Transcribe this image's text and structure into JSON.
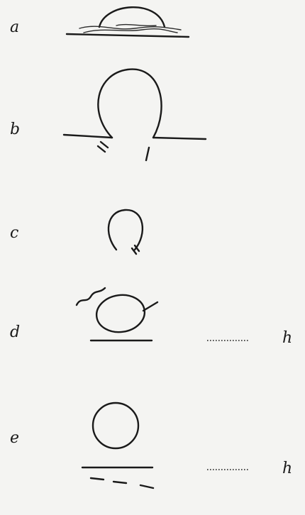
{
  "figure": {
    "labels": {
      "a": "a",
      "b": "b",
      "c": "c",
      "d": "d",
      "e": "e",
      "h_d": "h",
      "h_e": "h"
    }
  }
}
